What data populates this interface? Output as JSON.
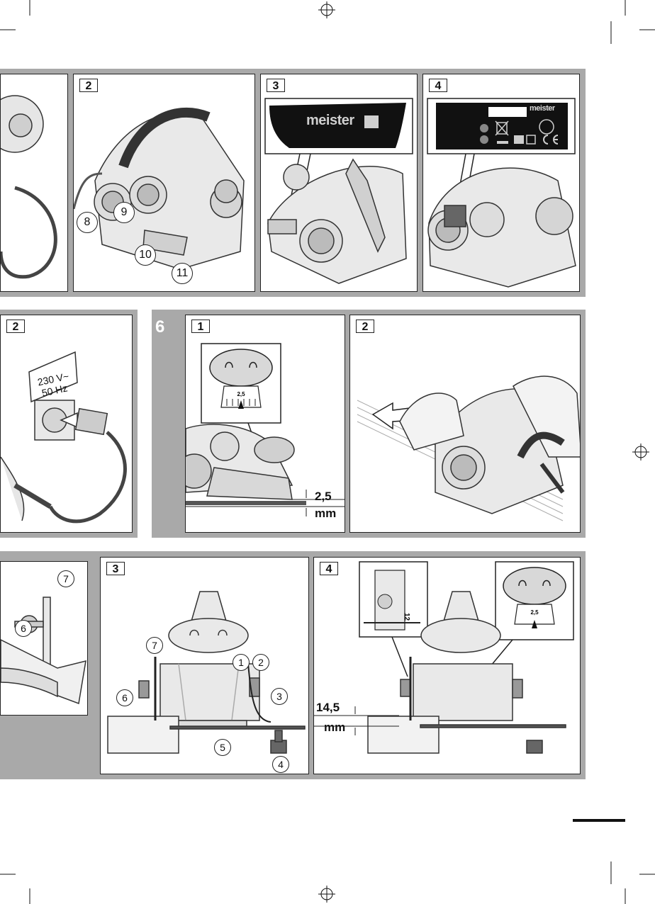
{
  "row1": {
    "panels": [
      {
        "number": ""
      },
      {
        "number": "2",
        "callouts": [
          "8",
          "9",
          "10",
          "11"
        ]
      },
      {
        "number": "3",
        "brand": "meister"
      },
      {
        "number": "4",
        "brand": "meister"
      }
    ]
  },
  "row2": {
    "left_panel": {
      "number": "2",
      "sign_line1": "230 V~",
      "sign_line2": "50 Hz"
    },
    "section_number": "6",
    "panel1": {
      "number": "1",
      "gauge_value": "2,5",
      "measurement_value": "2,5",
      "measurement_unit": "mm"
    },
    "panel2": {
      "number": "2"
    }
  },
  "row3": {
    "left_panel": {
      "callouts": [
        "7",
        "6"
      ]
    },
    "panel3": {
      "number": "3",
      "callouts": [
        "7",
        "1",
        "2",
        "6",
        "3",
        "5",
        "4"
      ]
    },
    "panel4": {
      "number": "4",
      "ruler_value": "12",
      "gauge_value": "2,5",
      "measurement_value": "14,5",
      "measurement_unit": "mm"
    }
  },
  "colors": {
    "band": "#a9a9a9",
    "panel_border": "#222222",
    "logo_plate": "#111111"
  }
}
